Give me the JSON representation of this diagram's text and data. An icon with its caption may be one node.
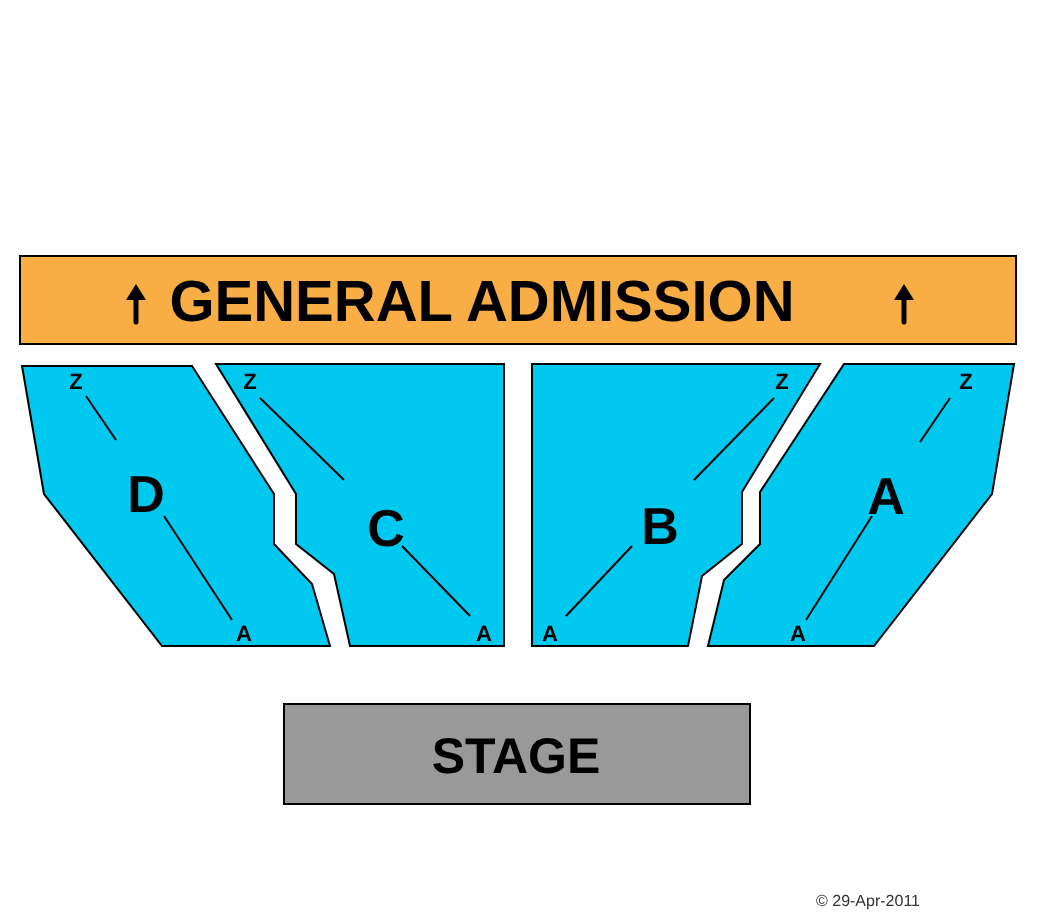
{
  "diagram": {
    "nodes": [
      {
        "text": [
          "GENERAL ADMISSION"
        ]
      },
      {
        "text": [
          "D"
        ]
      },
      {
        "text": [
          "C"
        ]
      },
      {
        "text": [
          "B"
        ]
      },
      {
        "text": [
          "A"
        ]
      },
      {
        "text": [
          "STAGE"
        ]
      }
    ],
    "edges": [],
    "labels": [
      "Z",
      "Z",
      "Z",
      "Z",
      "A",
      "A",
      "A",
      "A",
      "© 29-Apr-2011"
    ]
  }
}
